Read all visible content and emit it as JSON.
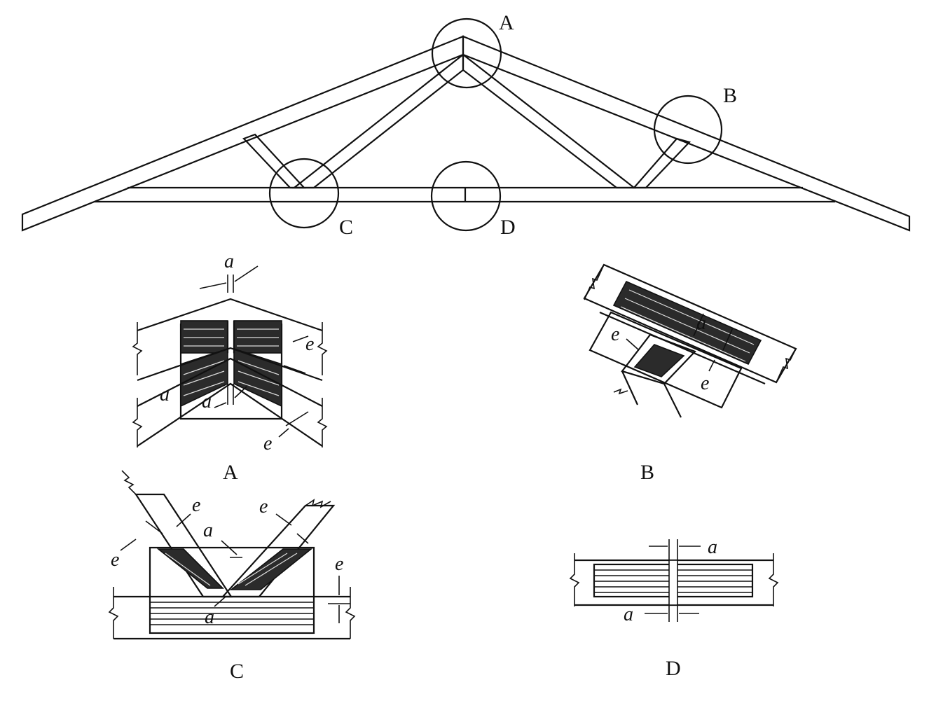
{
  "diagram": {
    "callouts": {
      "A": "A",
      "B": "B",
      "C": "C",
      "D": "D"
    },
    "details": {
      "A": {
        "title": "A",
        "dims": [
          "a",
          "a",
          "a",
          "e",
          "e"
        ]
      },
      "B": {
        "title": "B",
        "dims": [
          "a",
          "e",
          "e"
        ]
      },
      "C": {
        "title": "C",
        "dims": [
          "e",
          "e",
          "e",
          "a",
          "a",
          "e"
        ]
      },
      "D": {
        "title": "D",
        "dims": [
          "a",
          "a"
        ]
      }
    }
  }
}
